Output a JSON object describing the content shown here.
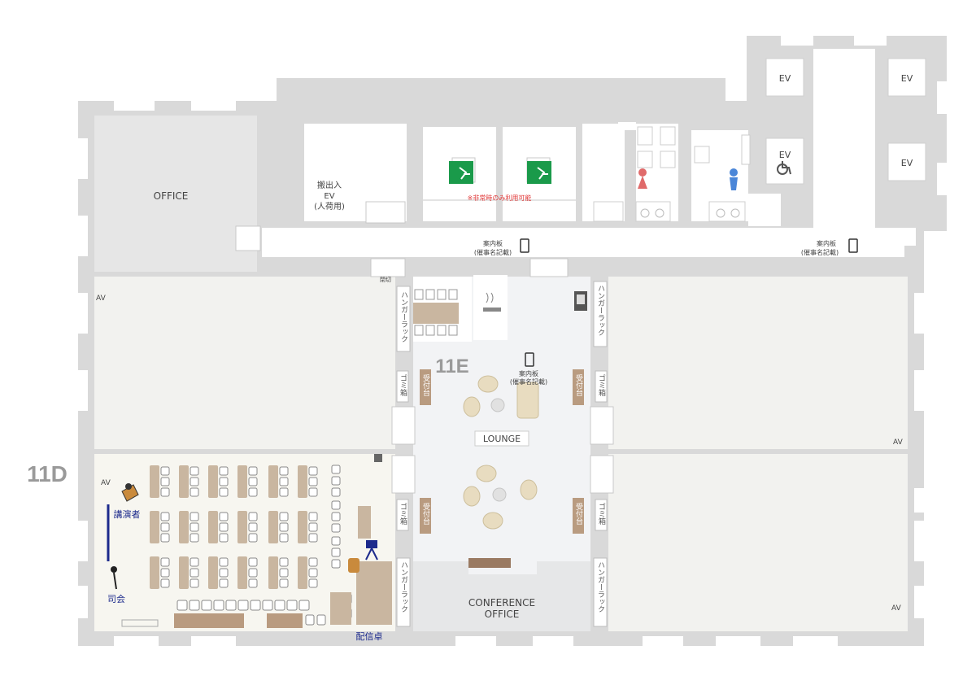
{
  "diagram": {
    "title": "11D",
    "room_label": "11E",
    "colors": {
      "wall": "#d9d9d9",
      "wall_dark": "#cfcfcf",
      "room": "#f2f2f0",
      "room_cream": "#f7f6f0",
      "table": "#c9b6a0",
      "exit_green": "#1a9a4a",
      "accent_blue": "#1c2a8c",
      "female": "#e06a6a",
      "male": "#4a86d8",
      "red_note": "#e23a3a"
    },
    "labels": {
      "office": "OFFICE",
      "lounge": "LOUNGE",
      "conference": "CONFERENCE",
      "conference_2": "OFFICE",
      "ev": "EV",
      "av": "AV",
      "freight_1": "搬出入",
      "freight_2": "EV",
      "freight_3": "(人荷用)",
      "emergency_note": "※非常時のみ利用可能",
      "info_board_1": "案内板",
      "info_board_2": "(催事名記載)",
      "closed": "閉切",
      "hanger_rack": "ハンガーラック",
      "trash": "ゴミ箱",
      "reception": "受付台",
      "speaker": "講演者",
      "mc": "司会",
      "broadcast_desk": "配信卓"
    }
  }
}
